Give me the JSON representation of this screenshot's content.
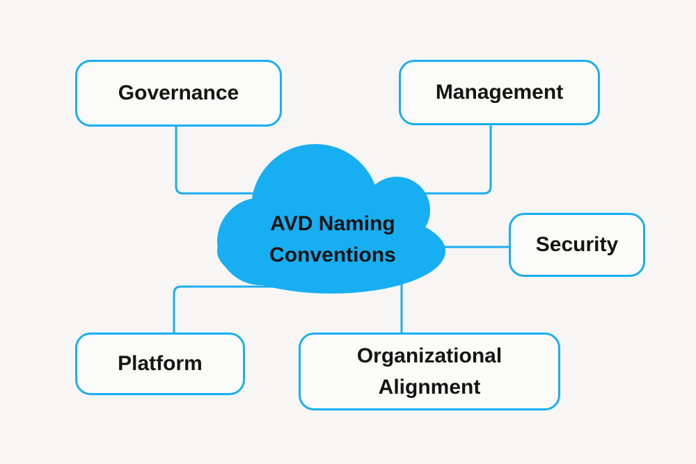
{
  "diagram": {
    "title": "AVD Naming Conventions",
    "center": {
      "label": "AVD Naming Conventions",
      "line1": "AVD Naming",
      "line2": "Conventions"
    },
    "nodes": [
      {
        "id": "governance",
        "label": "Governance"
      },
      {
        "id": "management",
        "label": "Management"
      },
      {
        "id": "security",
        "label": "Security"
      },
      {
        "id": "platform",
        "label": "Platform"
      },
      {
        "id": "org",
        "label": "Organizational Alignment"
      }
    ],
    "colors": {
      "accent": "#18aef2",
      "background": "#f7f6f4",
      "box_fill": "#fbfbfa",
      "text": "#141414"
    }
  }
}
